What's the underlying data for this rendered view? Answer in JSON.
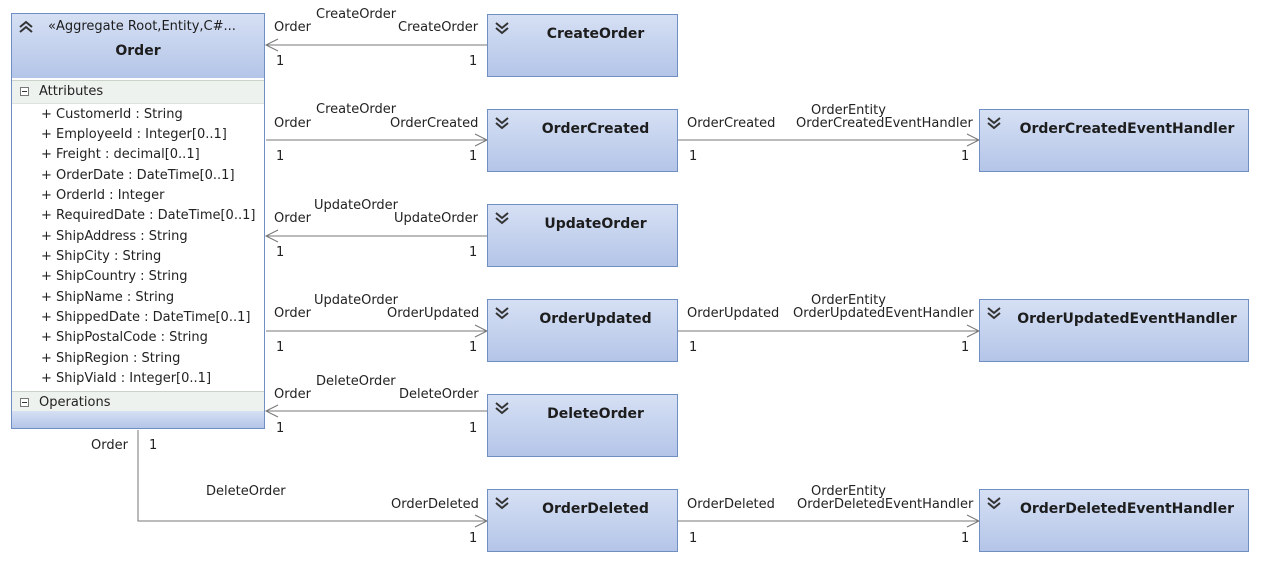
{
  "entity": {
    "stereotype": "«Aggregate Root,Entity,C#...",
    "name": "Order",
    "attributes_label": "Attributes",
    "operations_label": "Operations",
    "attributes": [
      "+ CustomerId : String",
      "+ EmployeeId : Integer[0..1]",
      "+ Freight : decimal[0..1]",
      "+ OrderDate : DateTime[0..1]",
      "+ OrderId : Integer",
      "+ RequiredDate : DateTime[0..1]",
      "+ ShipAddress : String",
      "+ ShipCity : String",
      "+ ShipCountry : String",
      "+ ShipName : String",
      "+ ShippedDate : DateTime[0..1]",
      "+ ShipPostalCode : String",
      "+ ShipRegion : String",
      "+ ShipViaId : Integer[0..1]"
    ]
  },
  "classes": [
    {
      "id": "create-order",
      "name": "CreateOrder"
    },
    {
      "id": "order-created",
      "name": "OrderCreated"
    },
    {
      "id": "update-order",
      "name": "UpdateOrder"
    },
    {
      "id": "order-updated",
      "name": "OrderUpdated"
    },
    {
      "id": "delete-order",
      "name": "DeleteOrder"
    },
    {
      "id": "order-deleted",
      "name": "OrderDeleted"
    },
    {
      "id": "order-created-handler",
      "name": "OrderCreatedEventHandler"
    },
    {
      "id": "order-updated-handler",
      "name": "OrderUpdatedEventHandler"
    },
    {
      "id": "order-deleted-handler",
      "name": "OrderDeletedEventHandler"
    }
  ],
  "associations": [
    {
      "name": "CreateOrder",
      "left_role": "Order",
      "right_role": "CreateOrder",
      "left_mult": "1",
      "right_mult": "1"
    },
    {
      "name": "CreateOrder",
      "left_role": "Order",
      "right_role": "OrderCreated",
      "left_mult": "1",
      "right_mult": "1"
    },
    {
      "name": "UpdateOrder",
      "left_role": "Order",
      "right_role": "UpdateOrder",
      "left_mult": "1",
      "right_mult": "1"
    },
    {
      "name": "UpdateOrder",
      "left_role": "Order",
      "right_role": "OrderUpdated",
      "left_mult": "1",
      "right_mult": "1"
    },
    {
      "name": "DeleteOrder",
      "left_role": "Order",
      "right_role": "DeleteOrder",
      "left_mult": "1",
      "right_mult": "1"
    },
    {
      "name": "DeleteOrder",
      "left_role": "Order",
      "right_role": "OrderDeleted",
      "left_mult": "1",
      "right_mult": "1"
    },
    {
      "name": "OrderEntity",
      "left_role": "OrderCreated",
      "right_role": "OrderCreatedEventHandler",
      "left_mult": "1",
      "right_mult": "1"
    },
    {
      "name": "OrderEntity",
      "left_role": "OrderUpdated",
      "right_role": "OrderUpdatedEventHandler",
      "left_mult": "1",
      "right_mult": "1"
    },
    {
      "name": "OrderEntity",
      "left_role": "OrderDeleted",
      "right_role": "OrderDeletedEventHandler",
      "left_mult": "1",
      "right_mult": "1"
    }
  ]
}
